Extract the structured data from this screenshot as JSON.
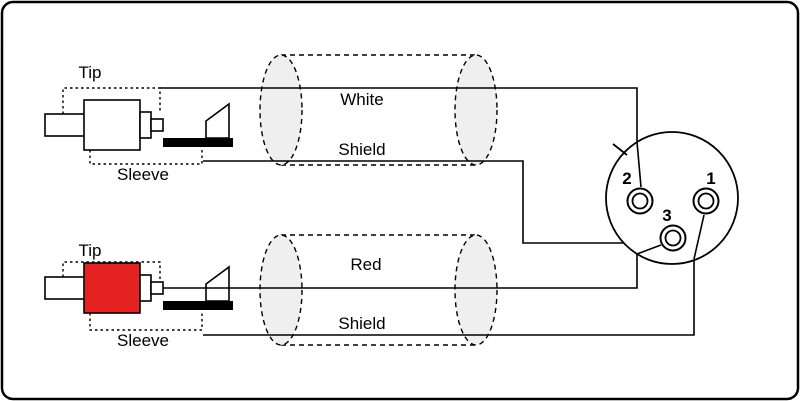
{
  "top_connector": {
    "tip_label": "Tip",
    "sleeve_label": "Sleeve"
  },
  "bottom_connector": {
    "tip_label": "Tip",
    "sleeve_label": "Sleeve"
  },
  "top_cable": {
    "signal_label": "White",
    "shield_label": "Shield"
  },
  "bottom_cable": {
    "signal_label": "Red",
    "shield_label": "Shield"
  },
  "xlr": {
    "pin_1_label": "1",
    "pin_2_label": "2",
    "pin_3_label": "3"
  },
  "colors": {
    "rca_top_body": "#ffffff",
    "rca_bottom_body": "#e42320",
    "cable_shield_fill": "#efefef",
    "wire": "#000000",
    "background": "#ffffff"
  }
}
